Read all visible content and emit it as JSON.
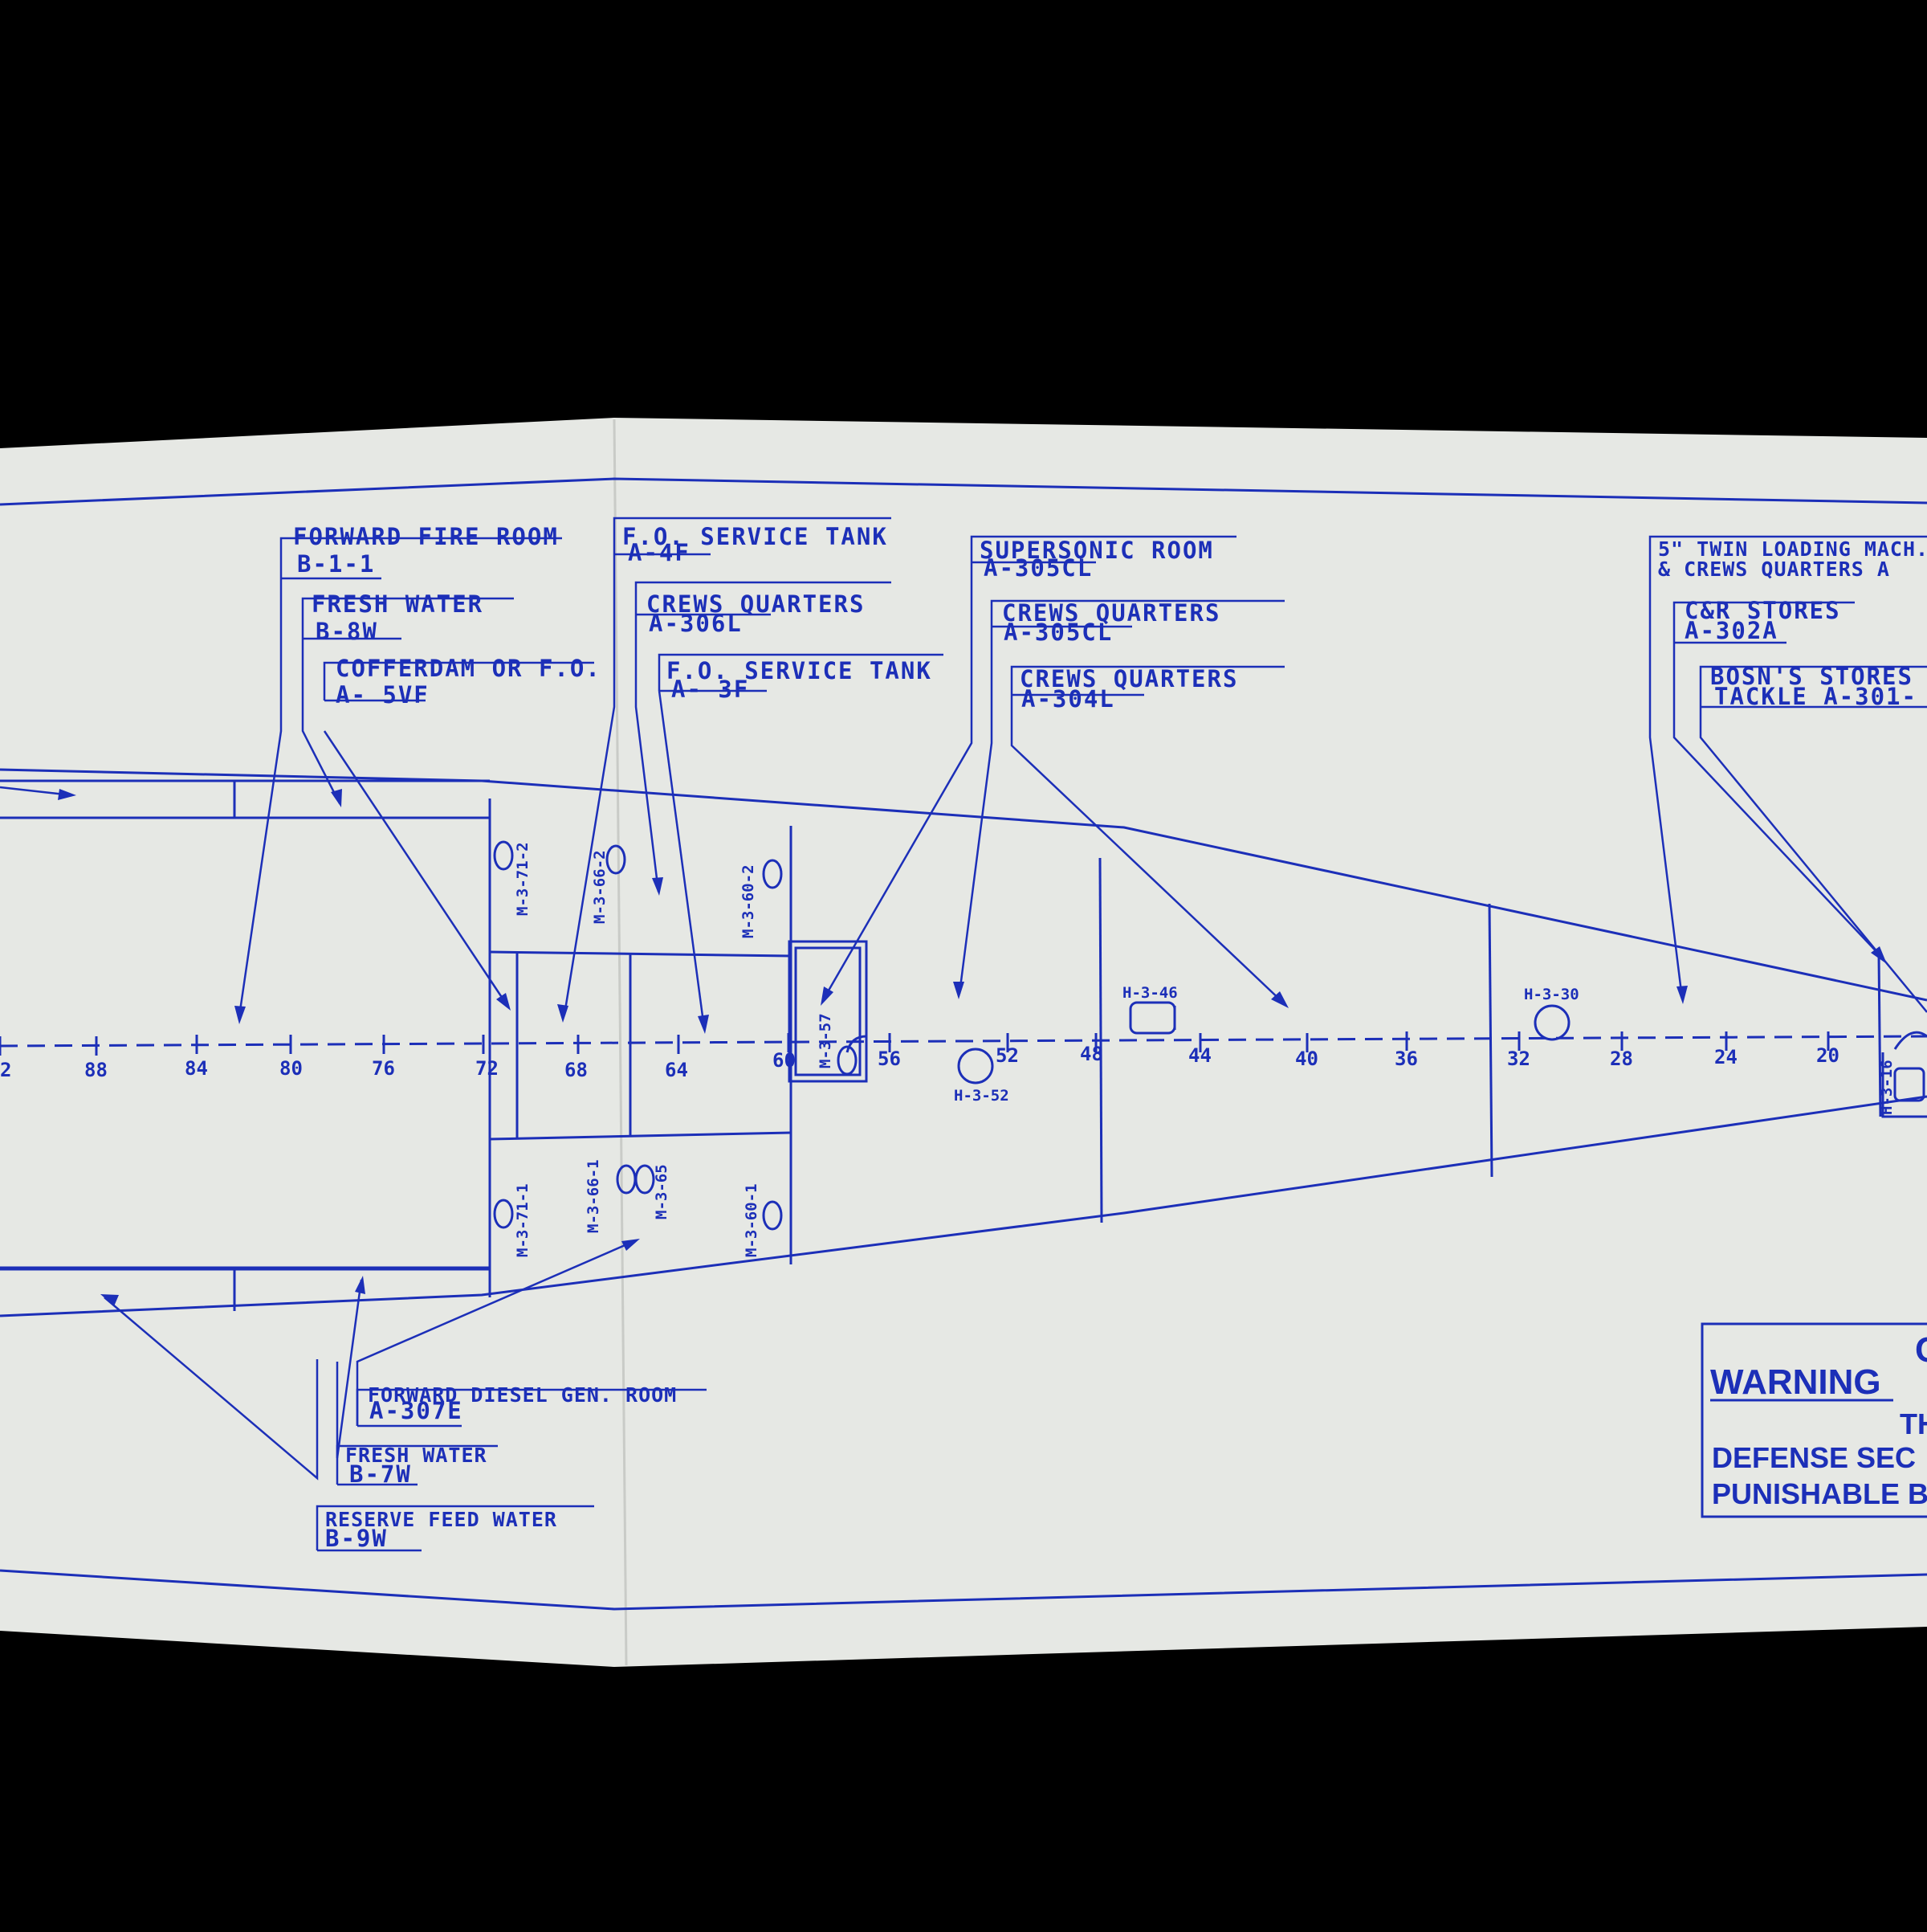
{
  "colors": {
    "ink": "#1c2fb8",
    "paper": "#e6e8e4",
    "background": "#000000"
  },
  "labels_top": [
    {
      "id": "forward-fire-room",
      "name": "FORWARD FIRE ROOM",
      "code": "B-1-1"
    },
    {
      "id": "fresh-water-fwd",
      "name": "FRESH WATER",
      "code": "B-8W"
    },
    {
      "id": "cofferdam",
      "name": "COFFERDAM OR F.O.",
      "code": "A- 5VF"
    },
    {
      "id": "fo-service-tank-4f",
      "name": "F.O. SERVICE TANK",
      "code": "A-4F"
    },
    {
      "id": "crews-quarters-306l",
      "name": "CREWS QUARTERS",
      "code": "A-306L"
    },
    {
      "id": "fo-service-tank-3f",
      "name": "F.O. SERVICE TANK",
      "code": "A- 3F"
    },
    {
      "id": "supersonic-room",
      "name": "SUPERSONIC ROOM",
      "code": "A-305CL"
    },
    {
      "id": "crews-quarters-305cl",
      "name": "CREWS QUARTERS",
      "code": "A-305CL"
    },
    {
      "id": "crews-quarters-304l",
      "name": "CREWS QUARTERS",
      "code": "A-304L"
    },
    {
      "id": "twin-loading",
      "name": "5\" TWIN LOADING MACH.",
      "code": "& CREWS QUARTERS A"
    },
    {
      "id": "cr-stores",
      "name": "C&R STORES",
      "code": "A-302A"
    },
    {
      "id": "bosns-stores",
      "name": "BOSN'S STORES",
      "code": "TACKLE A-301-"
    }
  ],
  "labels_bottom": [
    {
      "id": "forward-diesel",
      "name": "FORWARD DIESEL GEN. ROOM",
      "code": "A-307E"
    },
    {
      "id": "fresh-water-aft",
      "name": "FRESH WATER",
      "code": "B-7W"
    },
    {
      "id": "reserve-feed",
      "name": "RESERVE FEED WATER",
      "code": "B-9W"
    }
  ],
  "frames": [
    "2",
    "88",
    "84",
    "80",
    "76",
    "72",
    "68",
    "64",
    "60",
    "56",
    "52",
    "48",
    "44",
    "40",
    "36",
    "32",
    "28",
    "24",
    "20"
  ],
  "hatches": {
    "m_3_71_2": "M-3-71-2",
    "m_3_66_2": "M-3-66-2",
    "m_3_60_2": "M-3-60-2",
    "m_3_57": "M-3-57",
    "m_3_71_1": "M-3-71-1",
    "m_3_66_1": "M-3-66-1",
    "m_3_65": "M-3-65",
    "m_3_60_1": "M-3-60-1",
    "h_3_52": "H-3-52",
    "h_3_46": "H-3-46",
    "h_3_30": "H-3-30",
    "h_3_16": "H-3-16"
  },
  "warning": {
    "heading": "WARNING",
    "letter_c": "C",
    "line1": "TH",
    "line2": "DEFENSE SEC",
    "line3": "PUNISHABLE B"
  }
}
